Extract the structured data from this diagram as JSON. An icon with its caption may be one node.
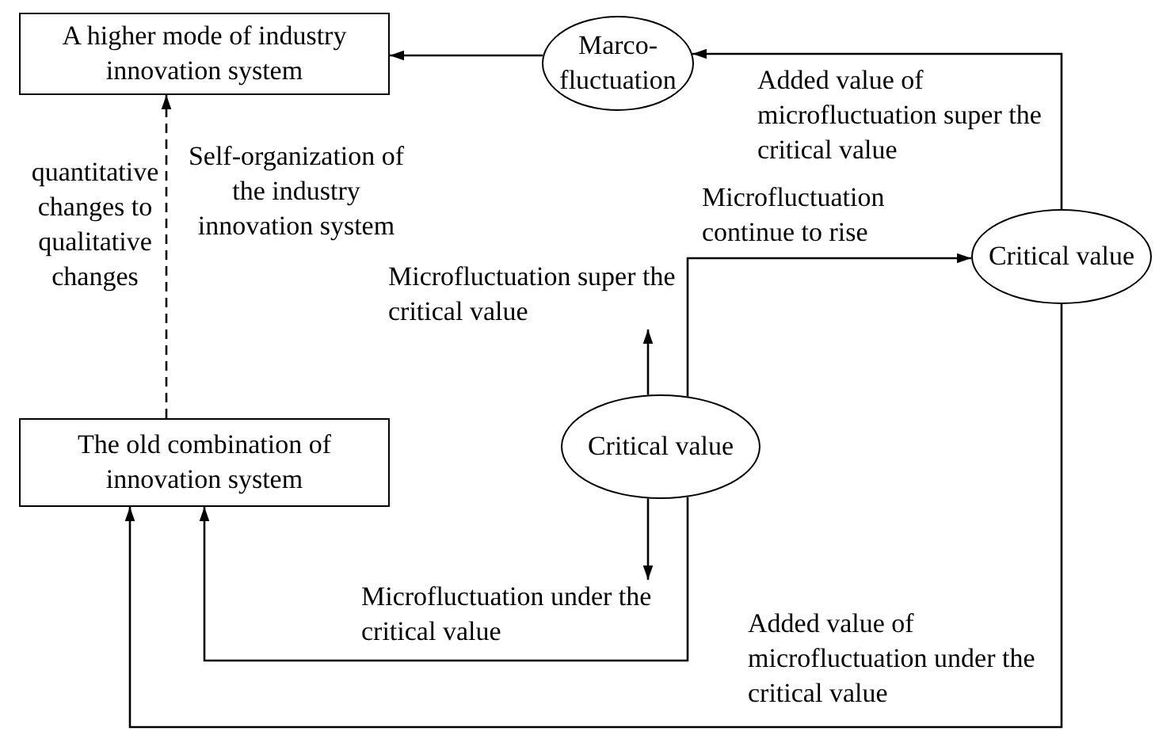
{
  "diagram": {
    "nodes": [
      {
        "text": [
          "A higher mode of industry innovation system"
        ]
      },
      {
        "text": [
          "Marco-fluctuation"
        ]
      },
      {
        "text": [
          "Critical value"
        ]
      },
      {
        "text": [
          "The old combination of innovation system"
        ]
      },
      {
        "text": [
          "Critical value"
        ]
      },
      {
        "text": [
          "Microfluctuation super the critical value"
        ]
      },
      {
        "text": [
          "Microfluctuation under the critical value"
        ]
      }
    ],
    "edges": [
      {
        "from": 1,
        "to": 0,
        "arrow": "to"
      },
      {
        "from": 2,
        "to": 1,
        "arrow": "to",
        "label": "Added value of microfluctuation super the critical value"
      },
      {
        "from": 4,
        "to": 2,
        "arrow": "to",
        "label": "Microfluctuation continue to rise"
      },
      {
        "from": 4,
        "to": 3,
        "arrow": "to"
      },
      {
        "from": 2,
        "to": 3,
        "arrow": "to",
        "label": "Added value of microfluctuation under the critical value"
      },
      {
        "from": 3,
        "to": 0,
        "arrow": "to",
        "style": "dashed"
      },
      {
        "from": 4,
        "to": 5,
        "arrow": "to"
      },
      {
        "from": 4,
        "to": 6,
        "arrow": "to"
      }
    ],
    "labels": [
      "quantitative changes to qualitative changes",
      "Self-organization of the industry innovation system"
    ]
  }
}
